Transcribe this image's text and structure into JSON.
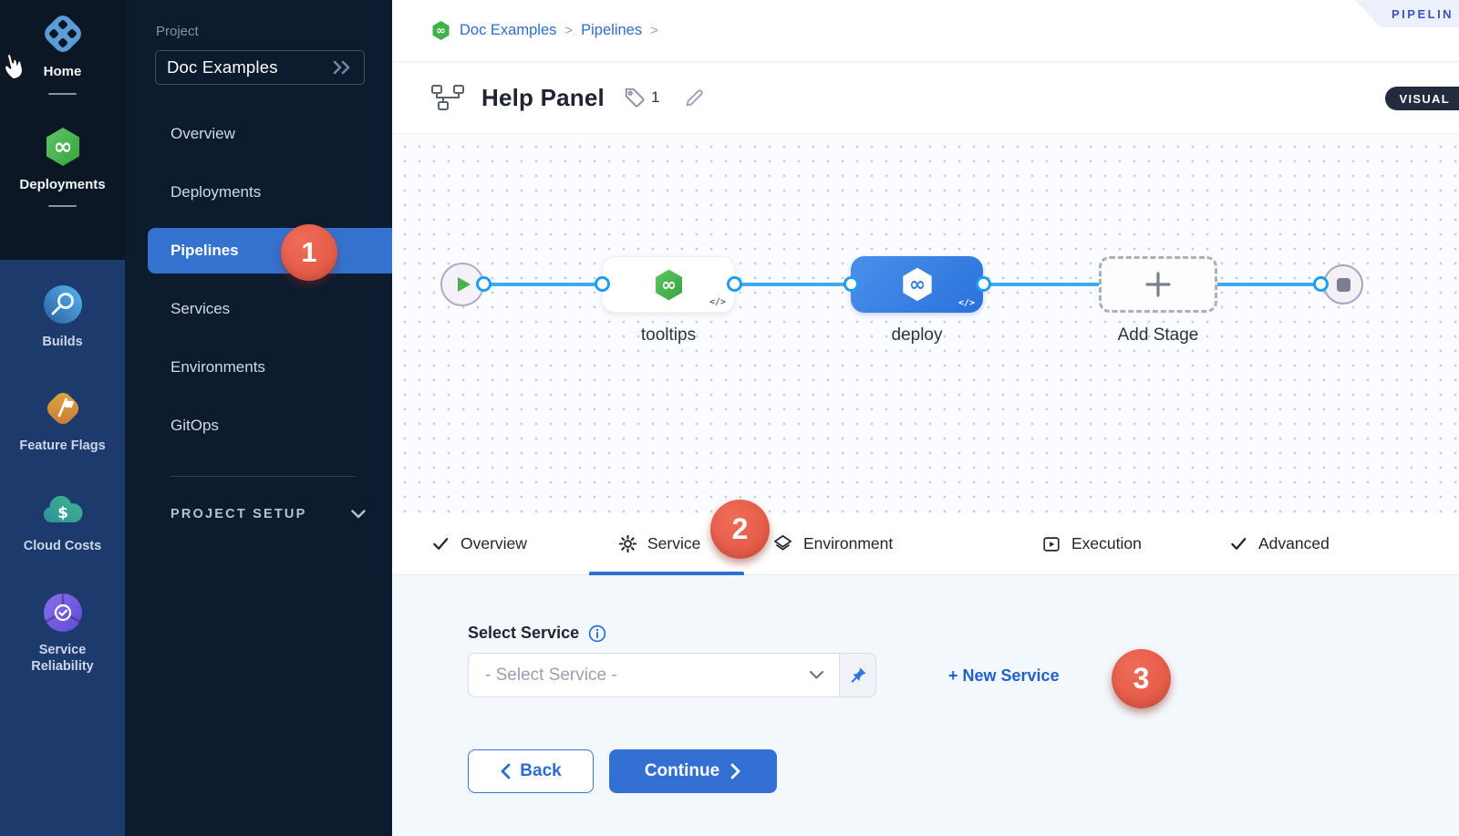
{
  "module_rail": {
    "items": [
      {
        "label": "Home"
      },
      {
        "label": "Deployments"
      },
      {
        "label": "Builds"
      },
      {
        "label": "Feature Flags"
      },
      {
        "label": "Cloud Costs"
      },
      {
        "label": "Service Reliability"
      }
    ]
  },
  "project_sidebar": {
    "section_label": "Project",
    "project_name": "Doc Examples",
    "menu": [
      {
        "label": "Overview"
      },
      {
        "label": "Deployments"
      },
      {
        "label": "Pipelines"
      },
      {
        "label": "Services"
      },
      {
        "label": "Environments"
      },
      {
        "label": "GitOps"
      }
    ],
    "setup_label": "PROJECT SETUP"
  },
  "header": {
    "breadcrumb": {
      "project": "Doc Examples",
      "section": "Pipelines",
      "separator": ">"
    },
    "ribbon_label": "PIPELIN",
    "title": "Help Panel",
    "tag_count": "1",
    "view_toggle_label": "VISUAL"
  },
  "canvas": {
    "code_badge": "</>",
    "stages": [
      {
        "name": "tooltips"
      },
      {
        "name": "deploy"
      },
      {
        "name": "Add Stage"
      }
    ]
  },
  "tabs": {
    "items": [
      {
        "label": "Overview"
      },
      {
        "label": "Service"
      },
      {
        "label": "Environment"
      },
      {
        "label": "Execution"
      },
      {
        "label": "Advanced"
      }
    ]
  },
  "service_form": {
    "label": "Select Service",
    "select_placeholder": "- Select Service -",
    "new_service_label": "+ New Service",
    "back_label": "Back",
    "continue_label": "Continue"
  },
  "callouts": {
    "one": "1",
    "two": "2",
    "three": "3"
  },
  "colors": {
    "accent_blue": "#3572d0",
    "badge_red": "#e7604d",
    "harness_green": "#43b14b",
    "link_blue": "#2d6cd4",
    "connector_blue": "#3dabf2",
    "selected_stage_blue": "#2e7ee0"
  }
}
